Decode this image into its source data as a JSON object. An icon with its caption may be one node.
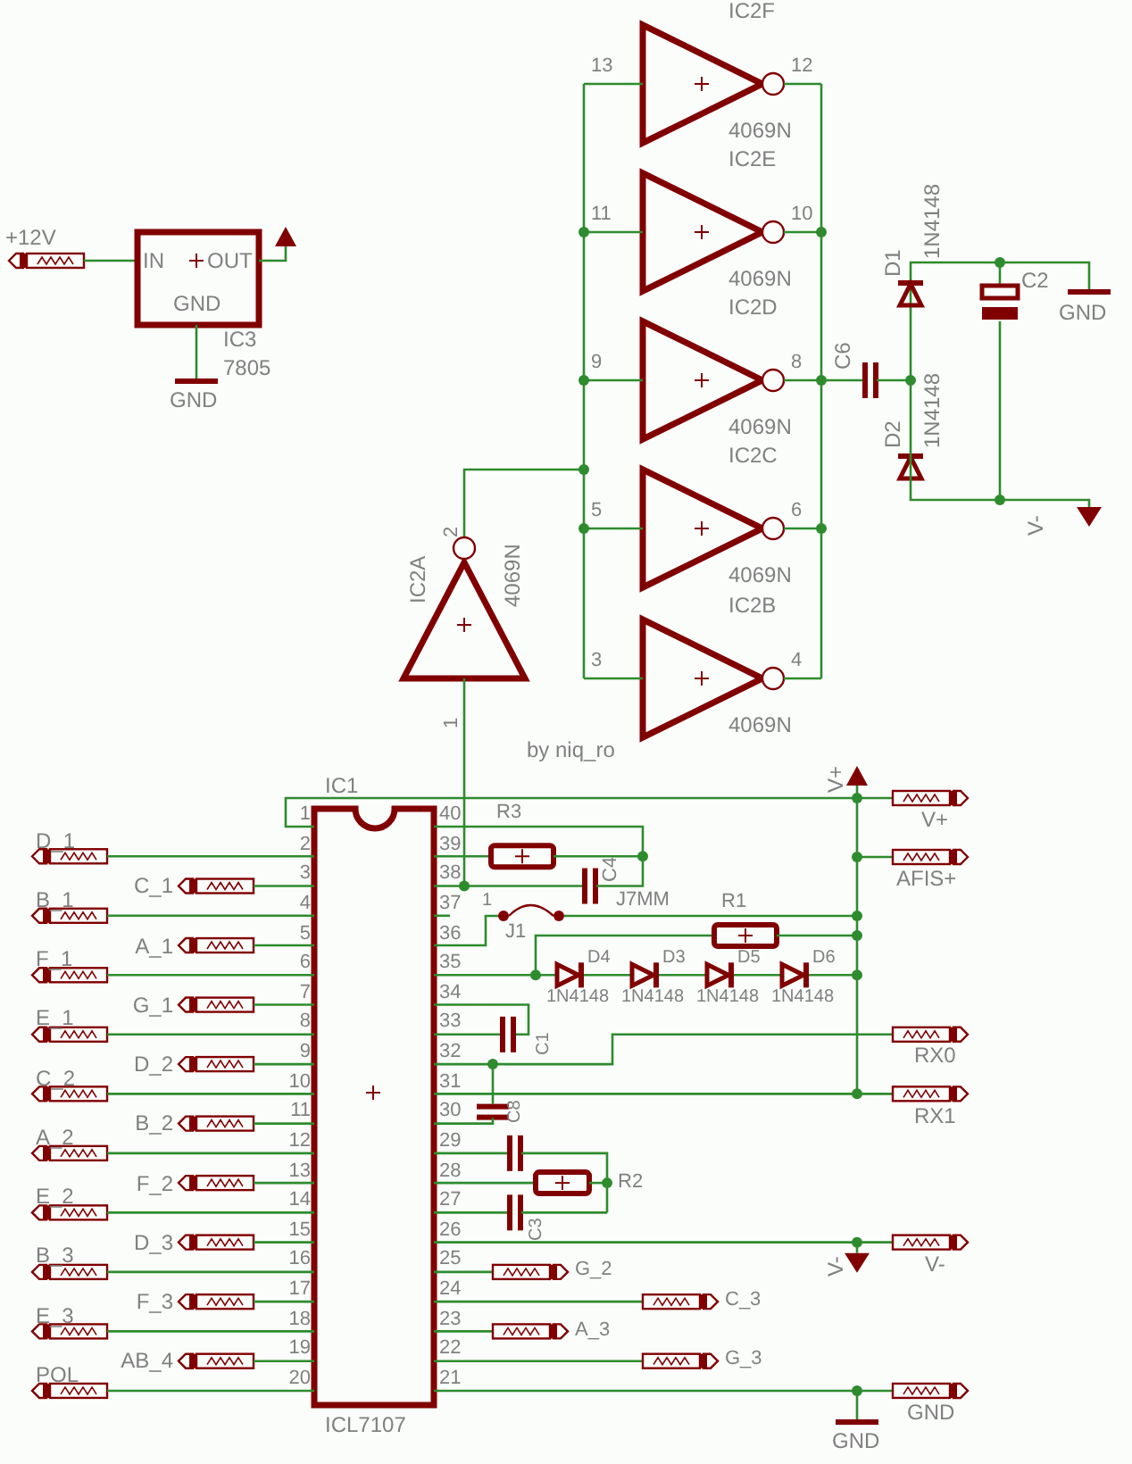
{
  "diagram": {
    "labels": [
      "IC2F",
      "13",
      "12",
      "4069N",
      "IC2E",
      "11",
      "10",
      "4069N",
      "IC2D",
      "9",
      "8",
      "4069N",
      "C6",
      "D1",
      "1N4148",
      "C2",
      "GND",
      "D2",
      "1N4148",
      "IC2C",
      "5",
      "6",
      "4069N",
      "V-",
      "IC2B",
      "3",
      "4",
      "4069N",
      "+12V",
      "IN",
      "OUT",
      "GND",
      "IC3",
      "7805",
      "GND",
      "IC2A",
      "2",
      "4069N",
      "1",
      "by niq_ro",
      "IC1",
      "1",
      "2",
      "3",
      "4",
      "5",
      "6",
      "7",
      "8",
      "9",
      "10",
      "11",
      "12",
      "13",
      "14",
      "15",
      "16",
      "17",
      "18",
      "19",
      "20",
      "21",
      "22",
      "23",
      "24",
      "25",
      "26",
      "27",
      "28",
      "29",
      "30",
      "31",
      "32",
      "33",
      "34",
      "35",
      "36",
      "37",
      "38",
      "39",
      "40",
      "D_1",
      "C_1",
      "B_1",
      "A_1",
      "F_1",
      "G_1",
      "E_1",
      "D_2",
      "C_2",
      "B_2",
      "A_2",
      "F_2",
      "E_2",
      "D_3",
      "B_3",
      "F_3",
      "E_3",
      "AB_4",
      "POL",
      "ICL7107",
      "V+",
      "V+",
      "AFIS+",
      "R3",
      "C4",
      "1",
      "J1",
      "J7MM",
      "R1",
      "D4",
      "D3",
      "D5",
      "D6",
      "1N4148",
      "1N4148",
      "1N4148",
      "1N4148",
      "C1",
      "RX0",
      "RX1",
      "C8",
      "R2",
      "C3",
      "G_2",
      "V-",
      "V-",
      "C_3",
      "A_3",
      "G_3",
      "GND",
      "GND"
    ]
  }
}
